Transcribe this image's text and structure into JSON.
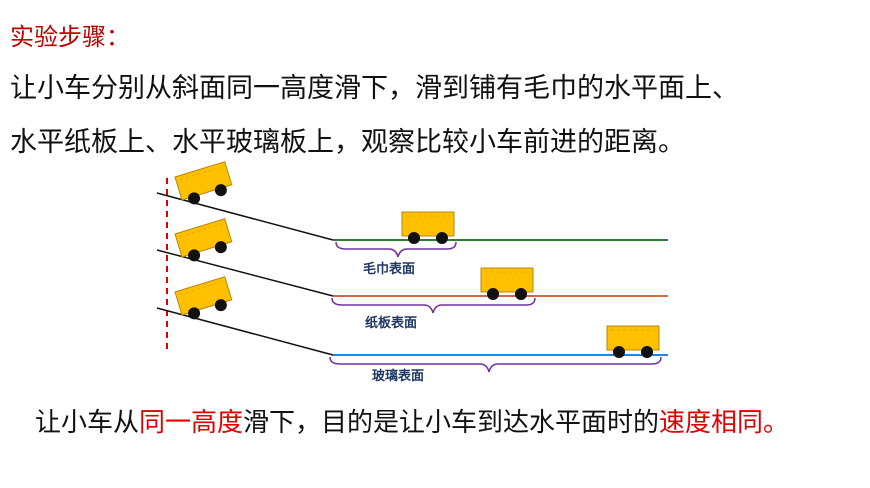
{
  "heading": "实验步骤：",
  "instructions": {
    "line1": "让小车分别从斜面同一高度滑下，滑到铺有毛巾的水平面上、",
    "line2": "水平纸板上、水平玻璃板上，观察比较小车前进的距离。"
  },
  "diagram": {
    "surfaces": [
      {
        "label": "毛巾表面",
        "color": "#2e7d32"
      },
      {
        "label": "纸板表面",
        "color": "#d2693e"
      },
      {
        "label": "玻璃表面",
        "color": "#1e88e5"
      }
    ],
    "cart_color": "#ffc000",
    "start_line_color": "#e00000"
  },
  "conclusion": {
    "part1": "让小车从",
    "highlight1": "同一高度",
    "part2": "滑下，目的是让小车到达水平面时的",
    "highlight2": "速度相同。"
  }
}
